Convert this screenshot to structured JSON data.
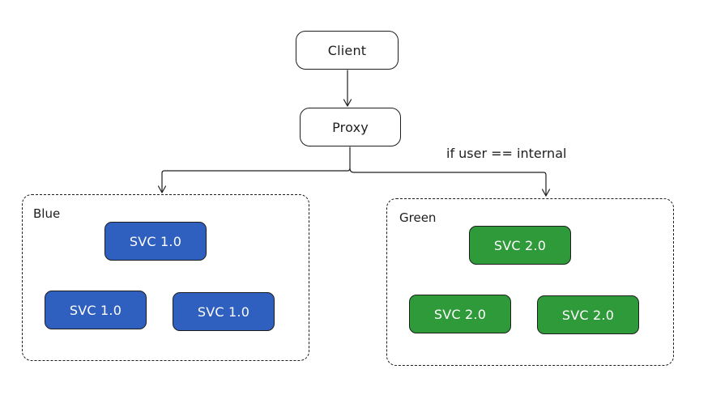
{
  "colors": {
    "stroke": "#1e1e1e",
    "blue_fill": "#2f5fbf",
    "green_fill": "#2f9a3a",
    "background": "#ffffff"
  },
  "nodes": {
    "client": "Client",
    "proxy": "Proxy"
  },
  "edges": {
    "green_condition": "if user == internal"
  },
  "groups": {
    "blue": {
      "label": "Blue",
      "services": [
        "SVC 1.0",
        "SVC 1.0",
        "SVC 1.0"
      ]
    },
    "green": {
      "label": "Green",
      "services": [
        "SVC 2.0",
        "SVC 2.0",
        "SVC 2.0"
      ]
    }
  }
}
